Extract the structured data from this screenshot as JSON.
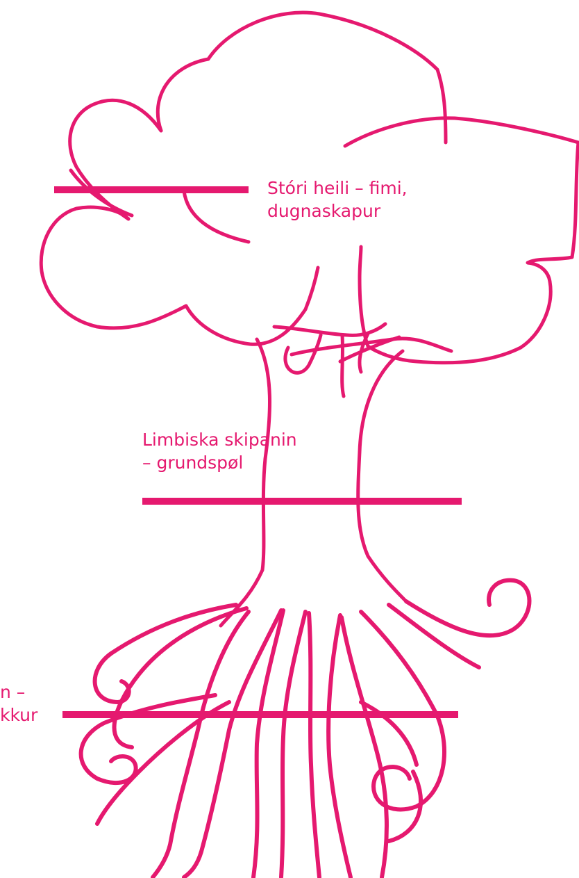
{
  "colors": {
    "ink": "#e5196f",
    "background": "#ffffff"
  },
  "labels": {
    "top": "Stóri heili – fimi,\ndugnaskapur",
    "middle": "Limbiska skipanin\n– grundspøl",
    "bottom": "n –\nkkur"
  }
}
